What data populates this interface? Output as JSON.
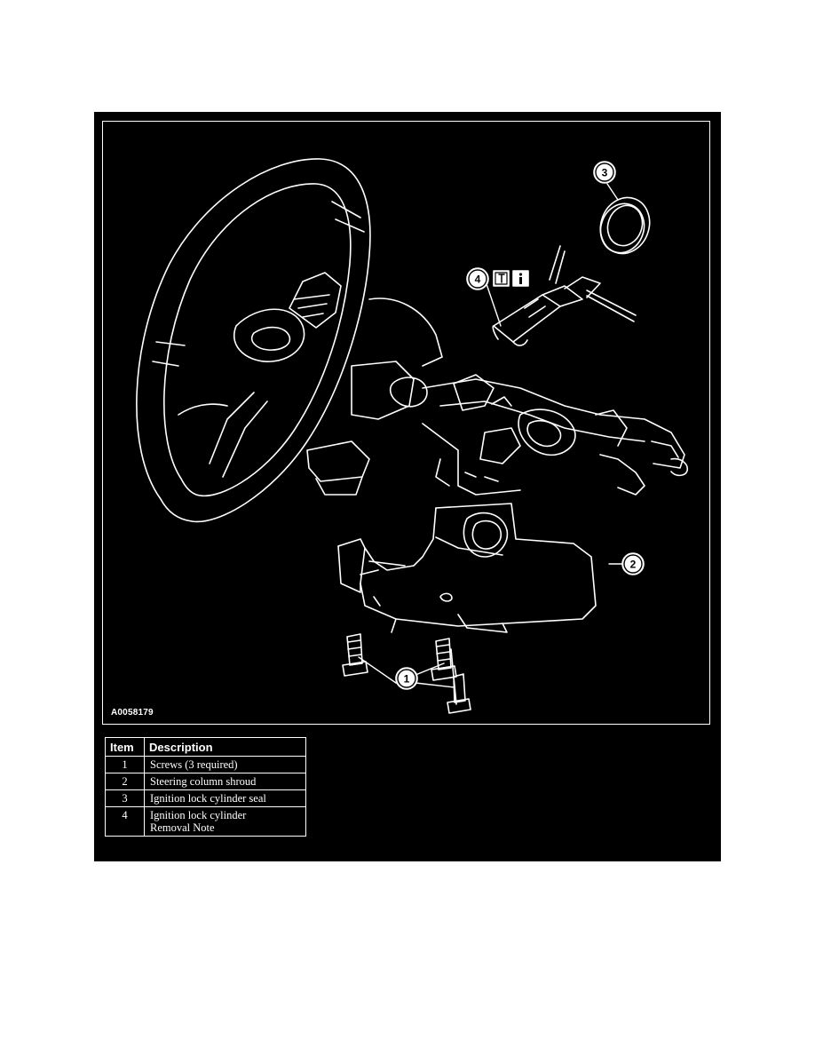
{
  "figure": {
    "id_label": "A0058179",
    "callouts": [
      "1",
      "2",
      "3",
      "4"
    ],
    "icons": [
      "tool-icon",
      "info-icon"
    ],
    "colors": {
      "background": "#000000",
      "line": "#ffffff"
    }
  },
  "legend": {
    "headers": {
      "item": "Item",
      "description": "Description"
    },
    "rows": [
      {
        "item": "1",
        "lines": [
          "Screws (3 required)"
        ]
      },
      {
        "item": "2",
        "lines": [
          "Steering column shroud"
        ]
      },
      {
        "item": "3",
        "lines": [
          "Ignition lock cylinder seal"
        ]
      },
      {
        "item": "4",
        "lines": [
          "Ignition lock cylinder",
          "Removal Note"
        ]
      }
    ]
  }
}
